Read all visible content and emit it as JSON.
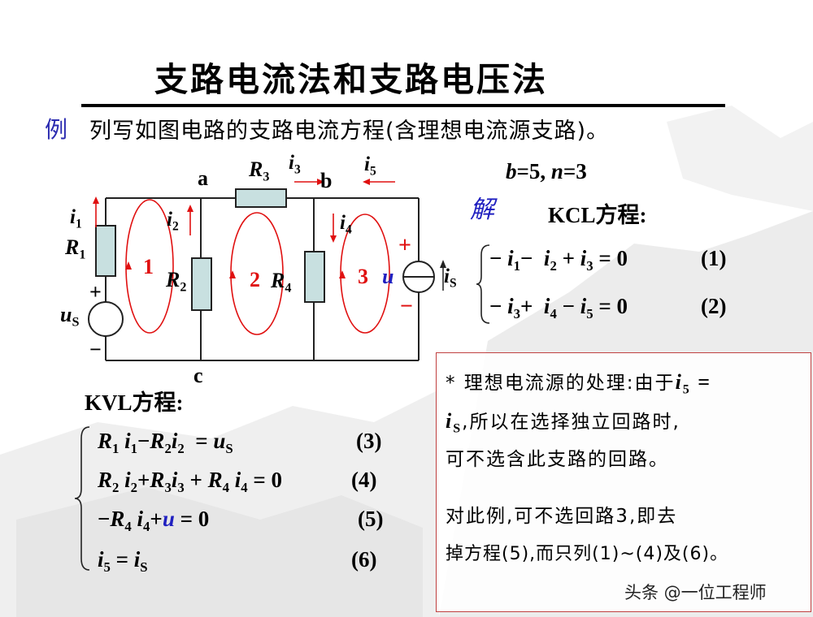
{
  "title": "支路电流法和支路电压法",
  "example": {
    "label": "例",
    "text": "列写如图电路的支路电流方程(含理想电流源支路)。"
  },
  "circuit": {
    "nodes": {
      "a": "a",
      "b": "b",
      "c": "c"
    },
    "params": {
      "b_label": "b",
      "b_value": "=5,",
      "n_label": "n",
      "n_value": "=3"
    },
    "currents": {
      "i1": {
        "sym": "i",
        "sub": "1"
      },
      "i2": {
        "sym": "i",
        "sub": "2"
      },
      "i3": {
        "sym": "i",
        "sub": "3"
      },
      "i4": {
        "sym": "i",
        "sub": "4"
      },
      "i5": {
        "sym": "i",
        "sub": "5"
      },
      "iS": {
        "sym": "i",
        "sub": "S"
      }
    },
    "resistors": {
      "R1": {
        "sym": "R",
        "sub": "1"
      },
      "R2": {
        "sym": "R",
        "sub": "2"
      },
      "R3": {
        "sym": "R",
        "sub": "3"
      },
      "R4": {
        "sym": "R",
        "sub": "4"
      }
    },
    "source": {
      "sym": "u",
      "sub": "S",
      "plus": "+",
      "minus": "−"
    },
    "current_source": {
      "u": "u",
      "plus": "+",
      "minus": "−"
    },
    "loops": [
      "1",
      "2",
      "3"
    ]
  },
  "solution": {
    "label": "解",
    "kcl_heading": "KCL方程:",
    "kcl": [
      {
        "lhs": "− i₁− i₂ + i₃ = 0",
        "num": "(1)"
      },
      {
        "lhs": "− i₃+ i₄ − i₅ = 0",
        "num": "(2)"
      }
    ],
    "kvl_heading": "KVL方程:",
    "kvl": [
      {
        "num": "(3)"
      },
      {
        "num": "(4)"
      },
      {
        "num": "(5)"
      },
      {
        "num": "(6)"
      }
    ]
  },
  "note": {
    "line1": "* 理想电流源的处理:由于",
    "line2_tail": ",所以在选择独立回路时,",
    "line3": "可不选含此支路的回路。",
    "line4": "对此例,可不选回路3,即去",
    "line5": "掉方程(5),而只列(1)~(4)及(6)。"
  },
  "watermark": "头条 @一位工程师",
  "colors": {
    "loop": "#e01010",
    "accent": "#2020c0",
    "resistor_fill": "#c8e0e0",
    "box_border": "#c04040"
  }
}
